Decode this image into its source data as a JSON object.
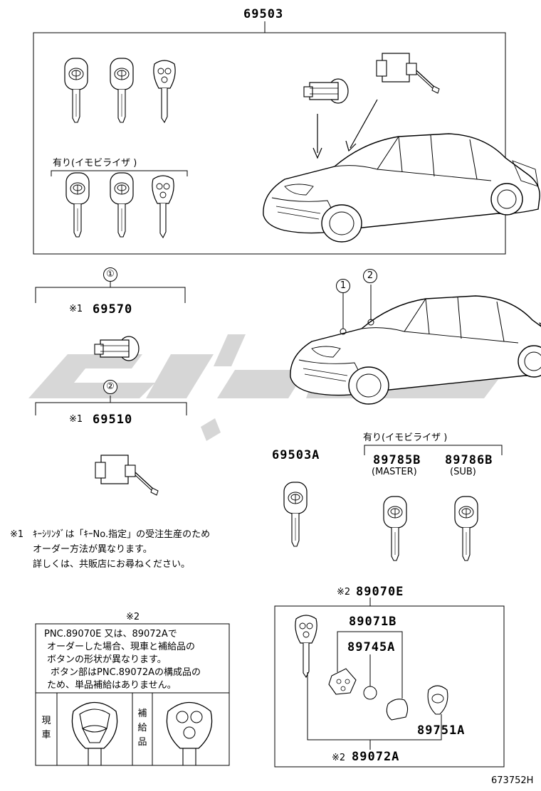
{
  "main_assembly": {
    "part": "69503"
  },
  "immobilizer_note_top": "有り(イモビライザ )",
  "key_cylinder": {
    "circle_1": "①",
    "circle_2": "②",
    "mark_1": "※1",
    "part_69570": "69570",
    "mark_2": "※1",
    "part_69510": "69510"
  },
  "car2_circles": {
    "c1": "1",
    "c2": "2"
  },
  "footnote_1": {
    "mark": "※1",
    "lines": [
      "ｷｰｼﾘﾝﾀﾞは「ｷｰNo.指定」の受注生産のため",
      "オーダー方法が異なります。",
      "詳しくは、共販店にお尋ねください。"
    ]
  },
  "parts": {
    "p69503A": "69503A",
    "immobilizer_note": "有り(イモビライザ )",
    "p89785B": "89785B",
    "p89785B_sub": "(MASTER)",
    "p89786B": "89786B",
    "p89786B_sub": "(SUB)",
    "mark_89070E": "※2",
    "p89070E": "89070E",
    "p89071B": "89071B",
    "p89745A": "89745A",
    "p89751A": "89751A",
    "mark_89072A": "※2",
    "p89072A": "89072A"
  },
  "table_note": {
    "mark": "※2",
    "lines": [
      "PNC.89070E 又は、89072Aで",
      "オーダーした場合、現車と補給品の",
      "ボタンの形状が異なります。",
      "　ボタン部はPNC.89072Aの構成品の",
      "ため、単品補給はありません。"
    ],
    "left_label": "現車",
    "right_label": "補給品"
  },
  "figure_code": "673752H",
  "watermark_color": "#d0d0d0"
}
